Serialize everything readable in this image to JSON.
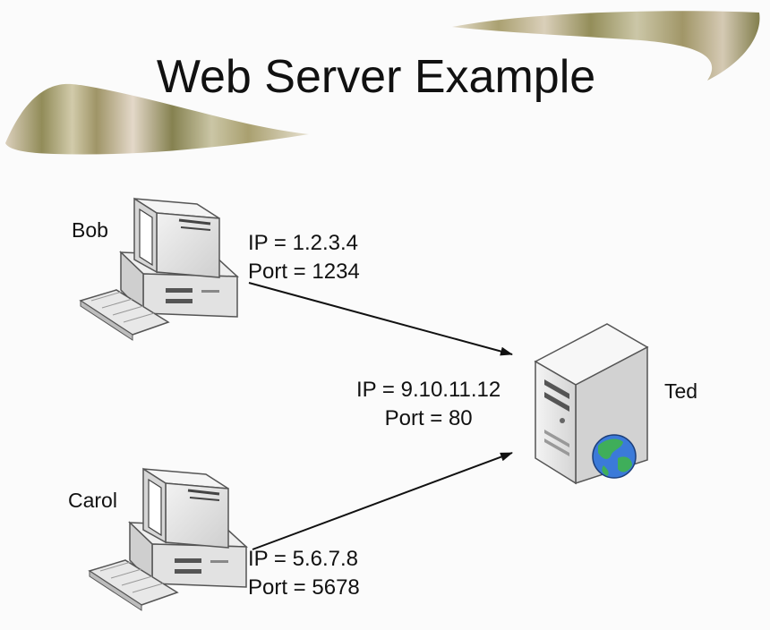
{
  "title": "Web Server Example",
  "colors": {
    "swoosh": [
      "#8f8a52",
      "#b8b48a",
      "#d7c9b3",
      "#9c8e60",
      "#c6c3a4",
      "#7d7a45",
      "#e0d7c7",
      "#a8a06c"
    ],
    "computer_body": "#e6e6e6",
    "computer_outline": "#555555",
    "globe_water": "#3b7ad9",
    "globe_land": "#3fae5a",
    "arrow": "#111111"
  },
  "nodes": {
    "bob": {
      "name": "Bob",
      "ip": "IP = 1.2.3.4",
      "port": "Port = 1234",
      "icon": "desktop-computer-icon"
    },
    "carol": {
      "name": "Carol",
      "ip": "IP = 5.6.7.8",
      "port": "Port = 5678",
      "icon": "desktop-computer-icon"
    },
    "ted": {
      "name": "Ted",
      "ip": "IP = 9.10.11.12",
      "port": "Port = 80",
      "icon": "web-server-icon"
    }
  },
  "edges": [
    {
      "from": "bob",
      "to": "ted"
    },
    {
      "from": "carol",
      "to": "ted"
    }
  ]
}
